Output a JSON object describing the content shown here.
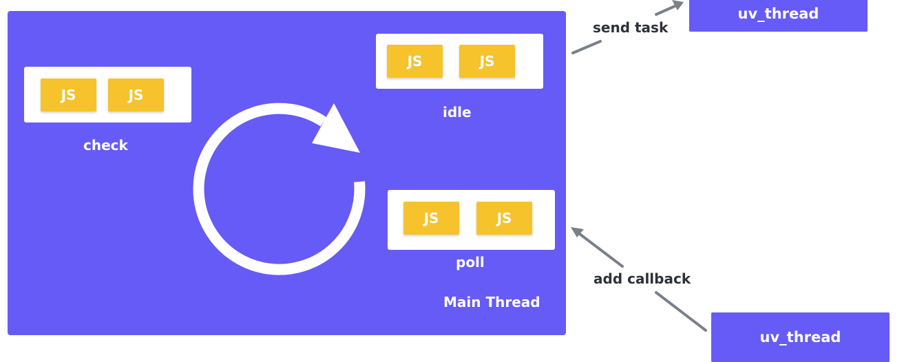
{
  "colors": {
    "main_thread_bg": "#665bf6",
    "js_chip_bg": "#f6c32c",
    "card_bg": "#ffffff",
    "arrow_color": "#7a8088",
    "text_dark": "#2d3238"
  },
  "main_thread": {
    "label": "Main Thread",
    "loop_icon": "circular-arrow-icon"
  },
  "phases": {
    "check": {
      "label": "check",
      "chips": [
        "JS",
        "JS"
      ]
    },
    "idle": {
      "label": "idle",
      "chips": [
        "JS",
        "JS"
      ]
    },
    "poll": {
      "label": "poll",
      "chips": [
        "JS",
        "JS"
      ]
    }
  },
  "uv_threads": {
    "top": {
      "label": "uv_thread"
    },
    "bottom": {
      "label": "uv_thread"
    }
  },
  "edges": {
    "send_task": {
      "label": "send task"
    },
    "add_callback": {
      "label": "add callback"
    }
  }
}
